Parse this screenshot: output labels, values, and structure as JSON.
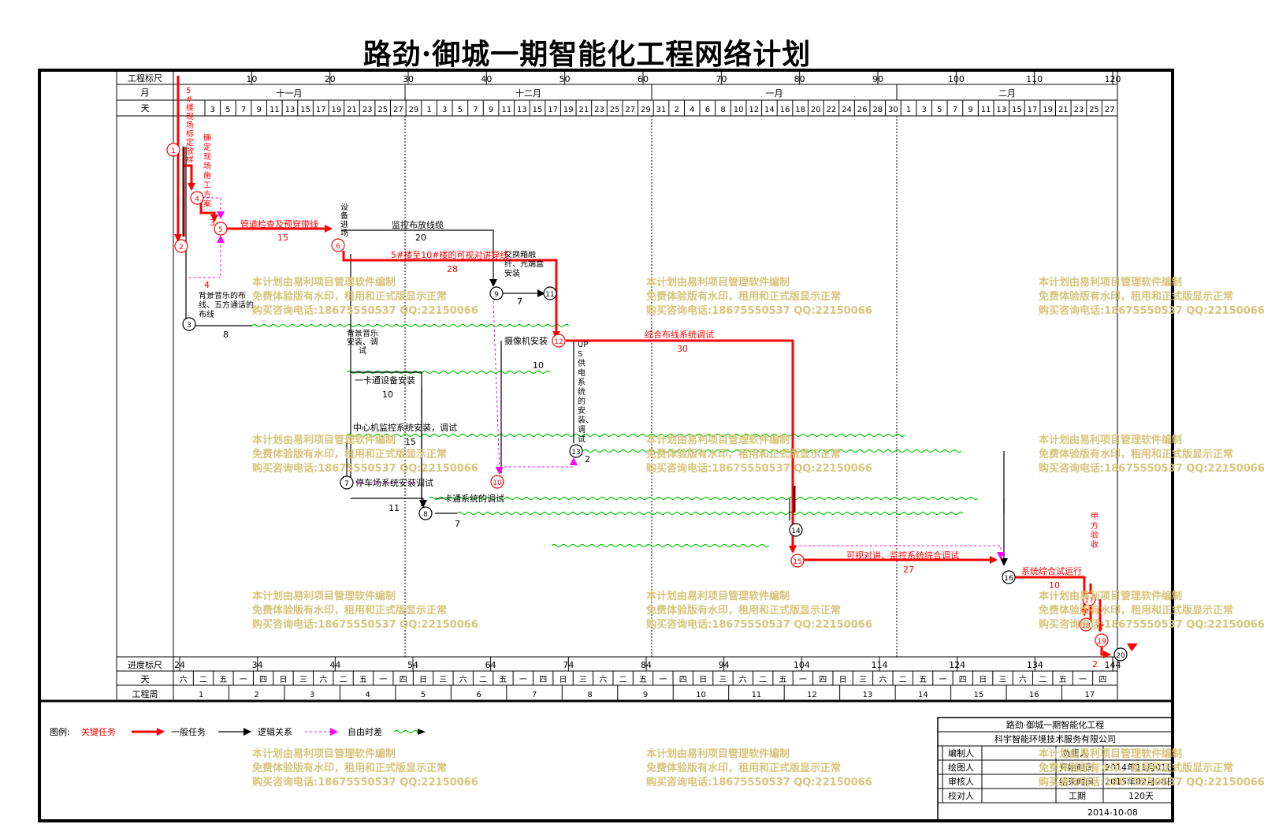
{
  "title": "路劲·御城一期智能化工程网络计划",
  "header": {
    "row_labels": [
      "工程标尺",
      "月",
      "天"
    ],
    "scale_marks": [
      "10",
      "20",
      "30",
      "40",
      "50",
      "60",
      "70",
      "80",
      "90",
      "100",
      "110",
      "120"
    ],
    "months": [
      "十一月",
      "十二月",
      "一月",
      "二月"
    ],
    "days": [
      "3",
      "5",
      "7",
      "9",
      "11",
      "13",
      "15",
      "17",
      "19",
      "21",
      "23",
      "25",
      "27",
      "29",
      "1",
      "3",
      "5",
      "7",
      "9",
      "11",
      "13",
      "15",
      "17",
      "19",
      "21",
      "23",
      "25",
      "27",
      "29",
      "31",
      "2",
      "4",
      "6",
      "8",
      "10",
      "12",
      "14",
      "16",
      "18",
      "20",
      "22",
      "24",
      "26",
      "28",
      "30",
      "1",
      "3",
      "5",
      "7",
      "9",
      "11",
      "13",
      "15",
      "17",
      "19",
      "21",
      "23",
      "25",
      "27"
    ]
  },
  "footer": {
    "row_labels": [
      "进度标尺",
      "天",
      "工程周"
    ],
    "progress_marks": [
      "24",
      "34",
      "44",
      "54",
      "64",
      "74",
      "84",
      "94",
      "104",
      "114",
      "124",
      "134",
      "144"
    ],
    "weekdays": [
      "六",
      "二",
      "五",
      "一",
      "四",
      "日",
      "三",
      "六",
      "二",
      "五",
      "一",
      "四",
      "日",
      "三",
      "六",
      "二",
      "五",
      "一",
      "四",
      "日",
      "三",
      "六",
      "二",
      "五",
      "一",
      "四",
      "日",
      "三",
      "六",
      "二",
      "五",
      "一",
      "四",
      "日",
      "三",
      "六",
      "二",
      "五",
      "一",
      "四",
      "日",
      "三",
      "六",
      "二",
      "五",
      "一",
      "四"
    ],
    "weeks": [
      "1",
      "2",
      "3",
      "4",
      "5",
      "6",
      "7",
      "8",
      "9",
      "10",
      "11",
      "12",
      "13",
      "14",
      "15",
      "16",
      "17"
    ]
  },
  "legend": {
    "label": "图例:",
    "items": [
      {
        "label": "关键任务",
        "color": "#ff0000"
      },
      {
        "label": "一般任务",
        "color": "#000000"
      },
      {
        "label": "逻辑关系",
        "color": "#ff00ff"
      },
      {
        "label": "自由时差",
        "color": "#00cc00"
      }
    ]
  },
  "info_box": {
    "project": "路劲·御城一期智能化工程",
    "company": "科宇智能环境技术服务有限公司",
    "rows": [
      {
        "left": "编制人",
        "mid": "负责人",
        "right": ""
      },
      {
        "left": "绘图人",
        "mid": "开始时间",
        "right": "2014年11月01日"
      },
      {
        "left": "审核人",
        "mid": "结束时间",
        "right": "2015年02月28日"
      },
      {
        "left": "校对人",
        "mid": "工期",
        "right": "120天"
      }
    ],
    "date": "2014-10-08"
  },
  "watermark": {
    "lines": [
      "本计划由易利项目管理软件编制",
      "免费体验版有水印，租用和正式版显示正常",
      "购买咨询电话:18675550537 QQ:22150066"
    ],
    "color": "#d9c47a"
  },
  "nodes": [
    "1",
    "2",
    "3",
    "4",
    "5",
    "6",
    "7",
    "8",
    "9",
    "10",
    "11",
    "12",
    "13",
    "14",
    "15",
    "16",
    "17",
    "18",
    "19",
    "20"
  ],
  "tasks": [
    {
      "name": "5#楼现场标定放样",
      "duration": "3"
    },
    {
      "name": "确定现场施工方案",
      "duration": "3"
    },
    {
      "name": "管道检查及预穿带线",
      "duration": "15"
    },
    {
      "name": "监控布放线缆",
      "duration": "20"
    },
    {
      "name": "5#楼至10#楼的可视对讲穿线",
      "duration": "28"
    },
    {
      "name": "背景音乐的布线、五方通话的布线",
      "duration": "8"
    },
    {
      "name": "设备进场",
      "duration": ""
    },
    {
      "name": "交换箱融纤、光端盒安装",
      "duration": "7"
    },
    {
      "name": "综合布线系统调试",
      "duration": "30"
    },
    {
      "name": "背景音乐安装、调试",
      "duration": ""
    },
    {
      "name": "摄像机安装",
      "duration": "10"
    },
    {
      "name": "UPS供电系统的安装、调试",
      "duration": "2"
    },
    {
      "name": "一卡通设备安装",
      "duration": "10"
    },
    {
      "name": "中心机监控系统安装，调试",
      "duration": "15"
    },
    {
      "name": "停车场系统安装调试",
      "duration": "11"
    },
    {
      "name": "一卡通系统的调试",
      "duration": "7"
    },
    {
      "name": "可视对讲、监控系统综合调试",
      "duration": "27"
    },
    {
      "name": "系统综合试运行",
      "duration": "10"
    },
    {
      "name": "甲方验收",
      "duration": "2"
    },
    {
      "name": "4",
      "duration": "4"
    }
  ]
}
